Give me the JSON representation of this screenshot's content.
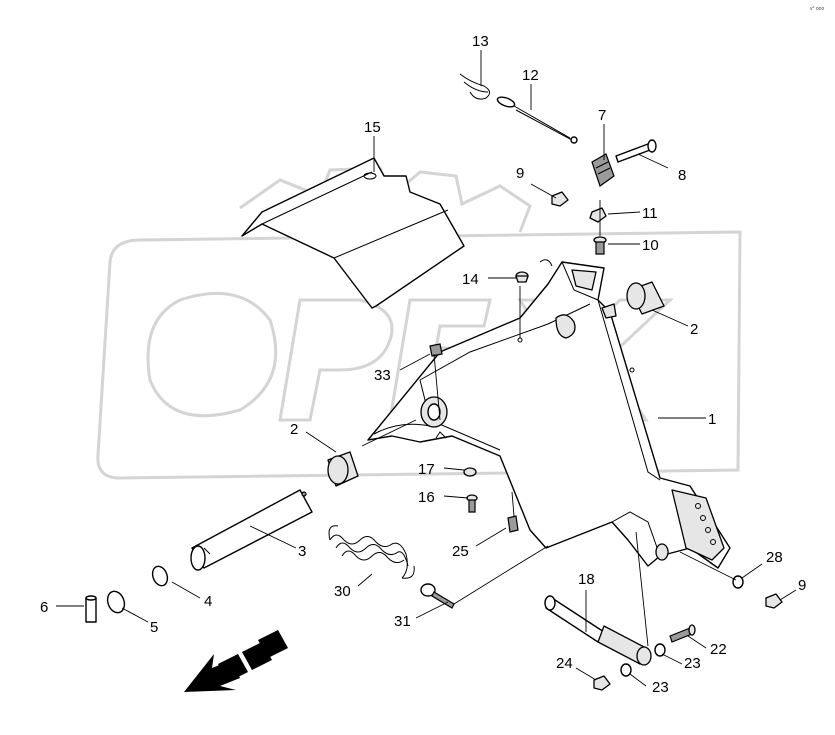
{
  "corner_mark": "v° ooo",
  "watermark_text": "OPEX",
  "callouts": [
    "13",
    "12",
    "7",
    "15",
    "9",
    "8",
    "11",
    "10",
    "14",
    "2",
    "33",
    "1",
    "2",
    "17",
    "16",
    "25",
    "3",
    "30",
    "4",
    "6",
    "5",
    "31",
    "18",
    "28",
    "9",
    "22",
    "23",
    "24",
    "23"
  ],
  "direction_arrow": "front-direction-arrow-icon"
}
